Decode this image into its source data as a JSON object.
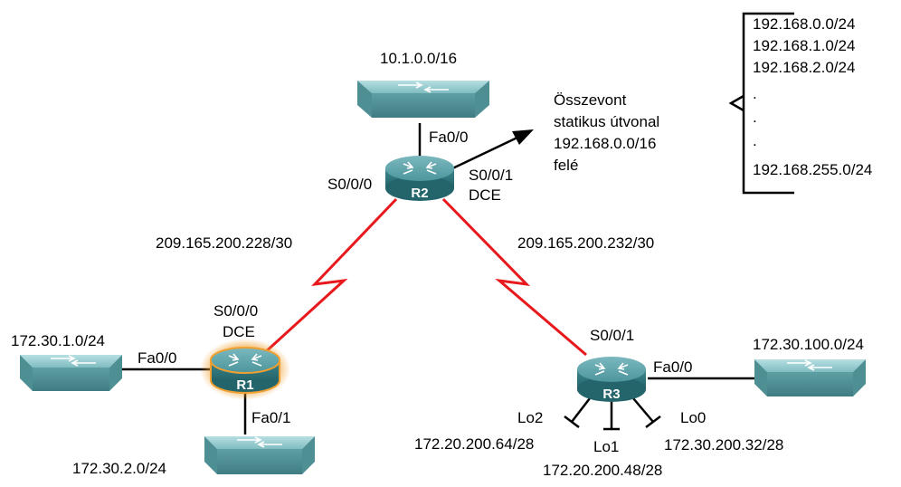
{
  "routers": {
    "r1": {
      "name": "R1"
    },
    "r2": {
      "name": "R2"
    },
    "r3": {
      "name": "R3"
    }
  },
  "networks": {
    "r2_lan": "10.1.0.0/16",
    "r1_lan1": "172.30.1.0/24",
    "r1_lan2": "172.30.2.0/24",
    "r3_lan": "172.30.100.0/24",
    "wan_r1_r2": "209.165.200.228/30",
    "wan_r2_r3": "209.165.200.232/30"
  },
  "interfaces": {
    "r2_fa00": "Fa0/0",
    "r2_s000": "S0/0/0",
    "r2_s001": "S0/0/1",
    "r2_dce": "DCE",
    "r1_s000": "S0/0/0",
    "r1_dce": "DCE",
    "r1_fa00": "Fa0/0",
    "r1_fa01": "Fa0/1",
    "r3_s001": "S0/0/1",
    "r3_fa00": "Fa0/0"
  },
  "loopbacks": {
    "lo0": {
      "name": "Lo0",
      "net": "172.30.200.32/28"
    },
    "lo1": {
      "name": "Lo1",
      "net": "172.20.200.48/28"
    },
    "lo2": {
      "name": "Lo2",
      "net": "172.20.200.64/28"
    }
  },
  "summary_note": {
    "line1": "Összevont",
    "line2": "statikus útvonal",
    "line3": "192.168.0.0/16",
    "line4": "felé"
  },
  "bracket_list": {
    "items": [
      "192.168.0.0/24",
      "192.168.1.0/24",
      "192.168.2.0/24",
      ".",
      ".",
      ".",
      "192.168.255.0/24"
    ]
  },
  "colors": {
    "wan_link": "#e8191c",
    "router_body": "#3e8c93",
    "switch_body": "#5fa4a9",
    "r1_highlight": "#f0a030"
  }
}
